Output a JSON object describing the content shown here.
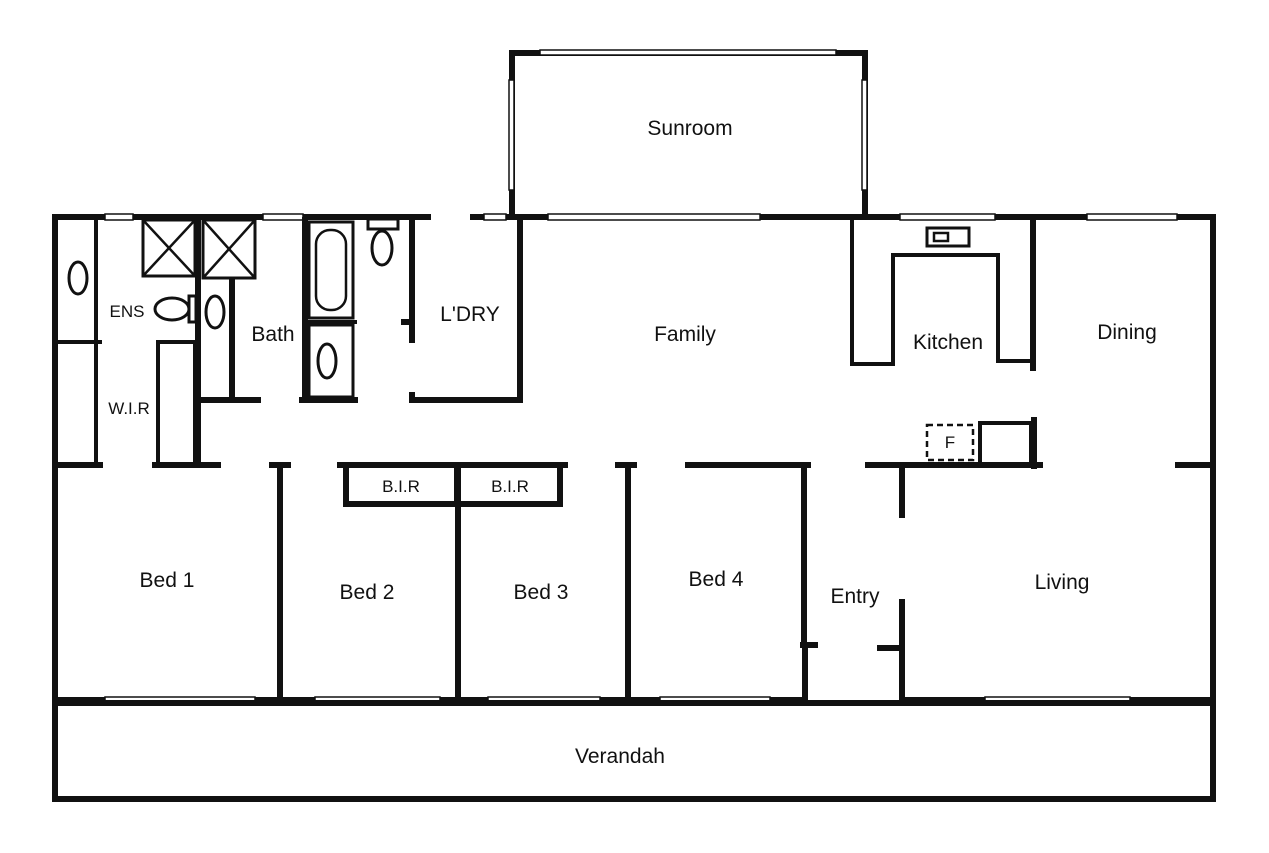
{
  "rooms": {
    "sunroom": "Sunroom",
    "family": "Family",
    "ldry": "L'DRY",
    "kitchen": "Kitchen",
    "dining": "Dining",
    "ens": "ENS",
    "bath": "Bath",
    "wir": "W.I.R",
    "bir_1": "B.I.R",
    "bir_2": "B.I.R",
    "bed_1": "Bed 1",
    "bed_2": "Bed 2",
    "bed_3": "Bed 3",
    "bed_4": "Bed 4",
    "entry": "Entry",
    "living": "Living",
    "verandah": "Verandah",
    "fireplace": "F"
  },
  "colors": {
    "wall": "#111111",
    "background": "#ffffff"
  }
}
